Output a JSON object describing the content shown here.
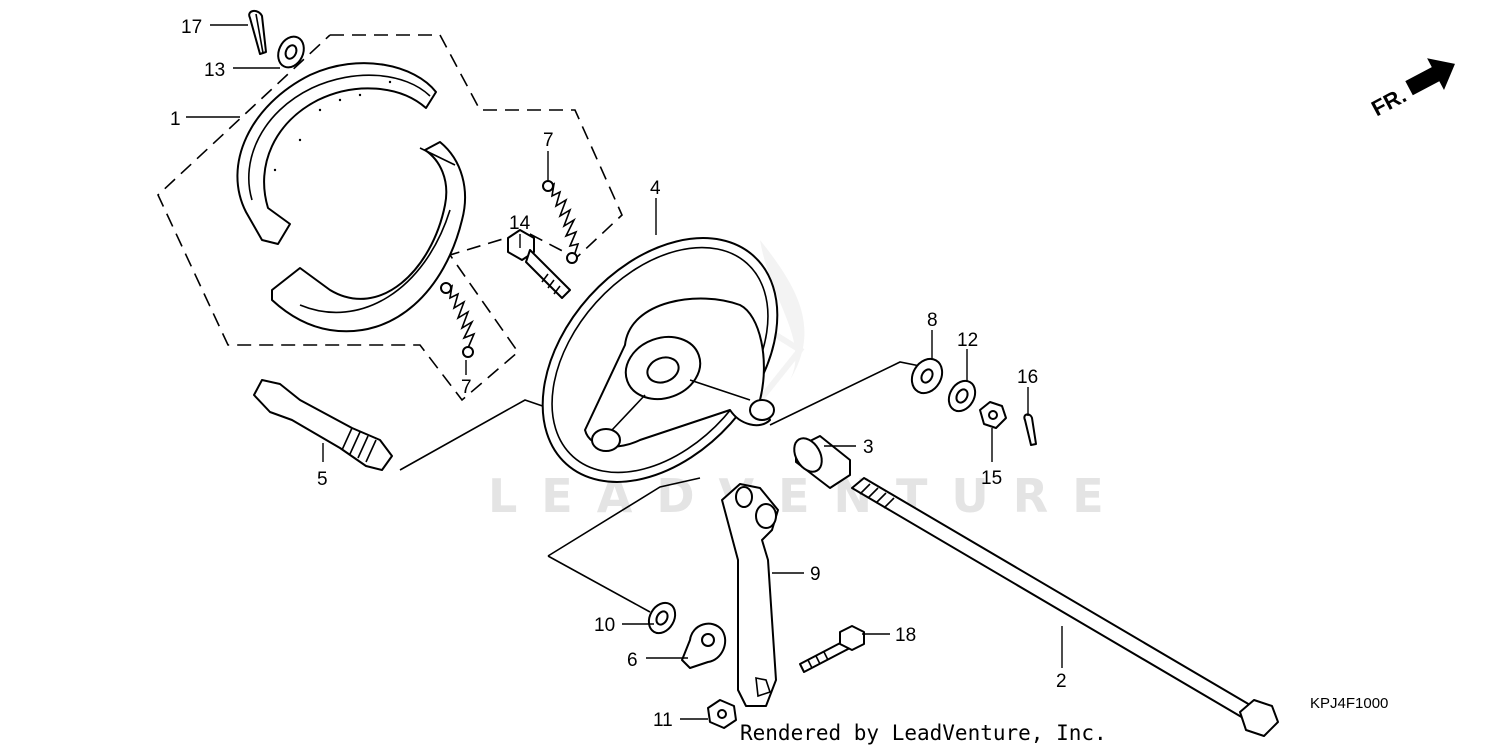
{
  "diagram": {
    "watermark": "LEADVENTURE",
    "credit": "Rendered by LeadVenture, Inc.",
    "diagram_code": "KPJ4F1000",
    "direction_label": "FR.",
    "callouts": [
      {
        "id": "1",
        "label": "1"
      },
      {
        "id": "2",
        "label": "2"
      },
      {
        "id": "3",
        "label": "3"
      },
      {
        "id": "4",
        "label": "4"
      },
      {
        "id": "5",
        "label": "5"
      },
      {
        "id": "6",
        "label": "6"
      },
      {
        "id": "7a",
        "label": "7"
      },
      {
        "id": "7b",
        "label": "7"
      },
      {
        "id": "8",
        "label": "8"
      },
      {
        "id": "9",
        "label": "9"
      },
      {
        "id": "10",
        "label": "10"
      },
      {
        "id": "11",
        "label": "11"
      },
      {
        "id": "12",
        "label": "12"
      },
      {
        "id": "13",
        "label": "13"
      },
      {
        "id": "14",
        "label": "14"
      },
      {
        "id": "15",
        "label": "15"
      },
      {
        "id": "16",
        "label": "16"
      },
      {
        "id": "17",
        "label": "17"
      },
      {
        "id": "18",
        "label": "18"
      }
    ]
  }
}
